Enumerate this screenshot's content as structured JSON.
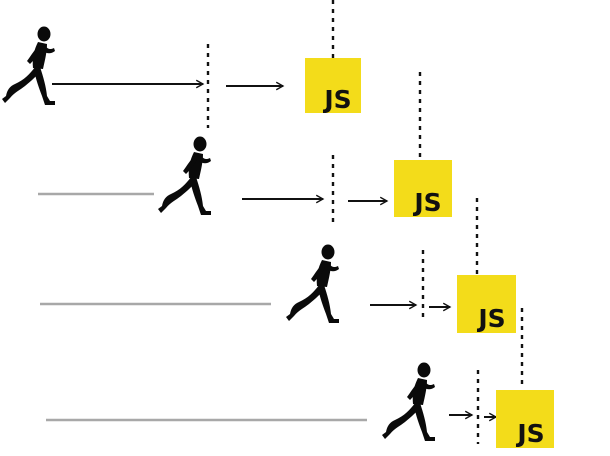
{
  "colors": {
    "background": "#ffffff",
    "runner": "#0a0a0a",
    "arrow": "#111111",
    "dotted_line": "#111111",
    "trail_line": "#a8a8a8",
    "js_badge": "#f3dc1a",
    "js_text": "#111111"
  },
  "badge_text": "JS",
  "rows": [
    {
      "runner_icon": "running-person-icon",
      "badge_icon": "javascript-logo-icon",
      "badge_text": "JS"
    },
    {
      "runner_icon": "running-person-icon",
      "badge_icon": "javascript-logo-icon",
      "badge_text": "JS"
    },
    {
      "runner_icon": "running-person-icon",
      "badge_icon": "javascript-logo-icon",
      "badge_text": "JS"
    },
    {
      "runner_icon": "running-person-icon",
      "badge_icon": "javascript-logo-icon",
      "badge_text": "JS"
    }
  ]
}
